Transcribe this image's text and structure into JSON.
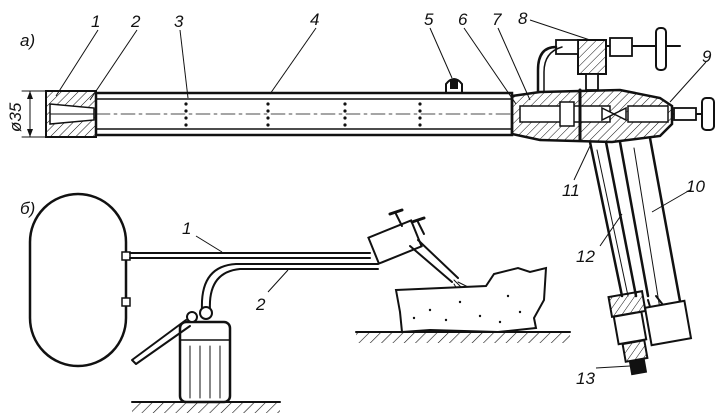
{
  "view_a": {
    "marker": "а)",
    "diameter": "ø35",
    "labels": {
      "l1": "1",
      "l2": "2",
      "l3": "3",
      "l4": "4",
      "l5": "5",
      "l6": "6",
      "l7": "7",
      "l8": "8",
      "l9": "9",
      "l10": "10",
      "l11": "11",
      "l12": "12",
      "l13": "13"
    }
  },
  "view_b": {
    "marker": "б)",
    "labels": {
      "l1": "1",
      "l2": "2"
    }
  },
  "colors": {
    "ink": "#111111",
    "paper": "#ffffff"
  }
}
